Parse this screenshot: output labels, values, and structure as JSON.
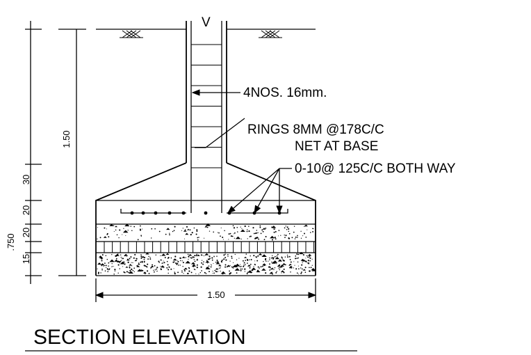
{
  "drawing": {
    "labels": {
      "main_bars": "4NOS. 16mm.",
      "rings": "RINGS 8MM @178C/C",
      "net_at_base": "NET AT BASE",
      "base_mesh": "0-10@ 125C/C BOTH WAY",
      "column_mark": "V"
    },
    "dimensions": {
      "total_depth": "1.50",
      "d30": "30",
      "d20a": "20",
      "d20b": "20",
      "d15": "15",
      "footing_depth": ".750",
      "footing_width": "1.50"
    },
    "title": "SECTION  ELEVATION"
  }
}
